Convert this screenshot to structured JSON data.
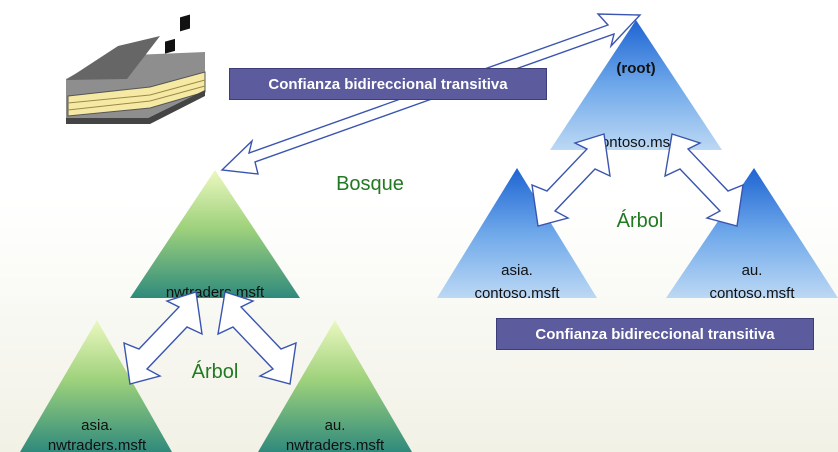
{
  "trust": {
    "top": "Confianza bidireccional transitiva",
    "right": "Confianza bidireccional transitiva"
  },
  "forest_label": "Bosque",
  "contoso": {
    "root": {
      "line1": "(root)",
      "line2": "contoso.msft"
    },
    "tree_label": "Árbol",
    "child_left": {
      "line1": "asia.",
      "line2": "contoso.msft"
    },
    "child_right": {
      "line1": "au.",
      "line2": "contoso.msft"
    }
  },
  "nwtraders": {
    "root": {
      "line1": "nwtraders.msft"
    },
    "tree_label": "Árbol",
    "child_left": {
      "line1": "asia.",
      "line2": "nwtraders.msft"
    },
    "child_right": {
      "line1": "au.",
      "line2": "nwtraders.msft"
    }
  },
  "icons": [
    "books-icon",
    "double-arrow-icon"
  ],
  "colors": {
    "blue_top": "#1e64d2",
    "blue_bottom": "#bcd8f4",
    "green_top": "#ecf8c0",
    "green_bottom": "#2f8a7c",
    "trust_box": "#5b5b9e",
    "green_text": "#217a21"
  }
}
